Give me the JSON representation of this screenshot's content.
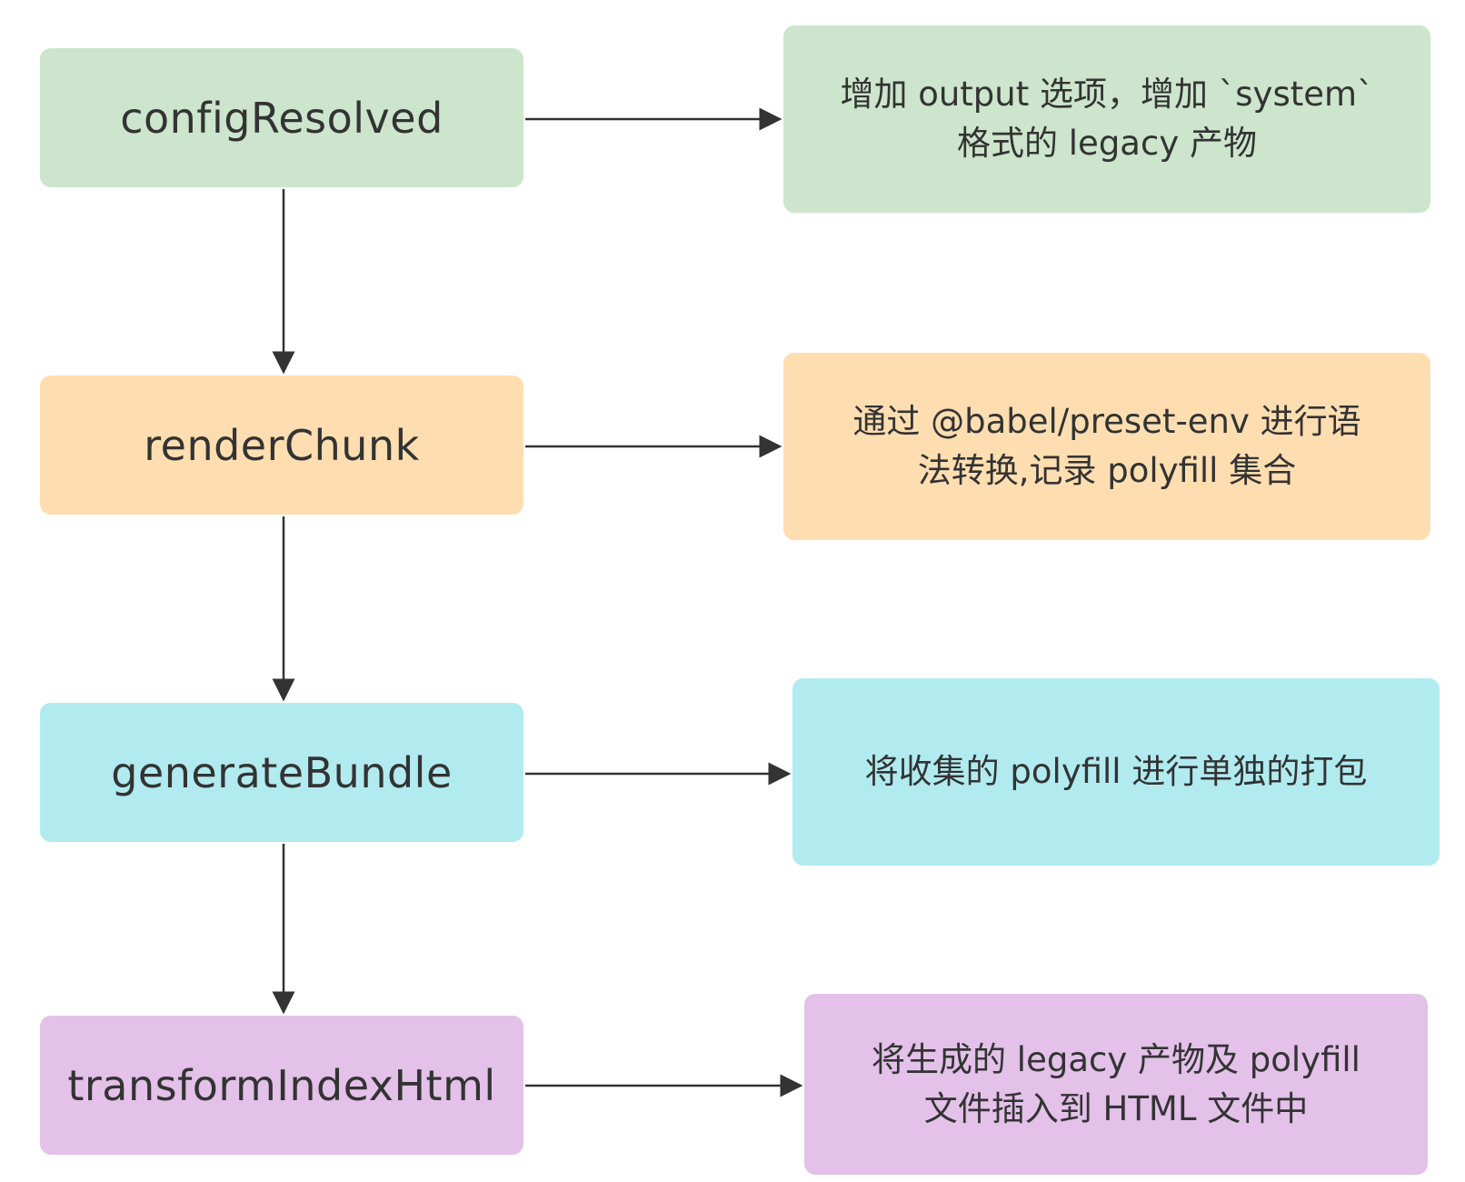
{
  "flow": {
    "steps": [
      {
        "hook": "configResolved",
        "description_lines": [
          "增加 output 选项，增加 `system`",
          "格式的 legacy 产物"
        ],
        "color": "#cce5cc"
      },
      {
        "hook": "renderChunk",
        "description_lines": [
          "通过 @babel/preset-env 进行语",
          "法转换,记录 polyfill 集合"
        ],
        "color": "#fedeb1"
      },
      {
        "hook": "generateBundle",
        "description_lines": [
          "将收集的 polyfill 进行单独的打包"
        ],
        "color": "#b1ebf0"
      },
      {
        "hook": "transformIndexHtml",
        "description_lines": [
          "将生成的 legacy 产物及 polyfill",
          "文件插入到 HTML 文件中"
        ],
        "color": "#e3c1e9"
      }
    ]
  },
  "arrow_color": "#333333"
}
